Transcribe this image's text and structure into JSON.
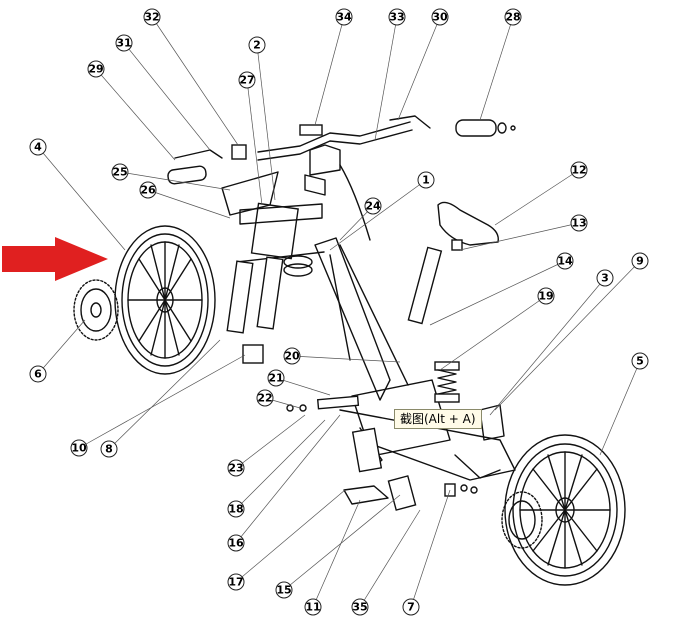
{
  "tooltip": {
    "text": "截图(Alt + A)"
  },
  "arrow": {
    "color": "#e02020"
  },
  "callouts": [
    "1",
    "2",
    "3",
    "4",
    "5",
    "6",
    "7",
    "8",
    "9",
    "10",
    "11",
    "12",
    "13",
    "14",
    "15",
    "16",
    "17",
    "19",
    "20",
    "21",
    "22",
    "23",
    "24",
    "25",
    "26",
    "27",
    "28",
    "29",
    "30",
    "31",
    "32",
    "33",
    "34",
    "35",
    "18"
  ]
}
